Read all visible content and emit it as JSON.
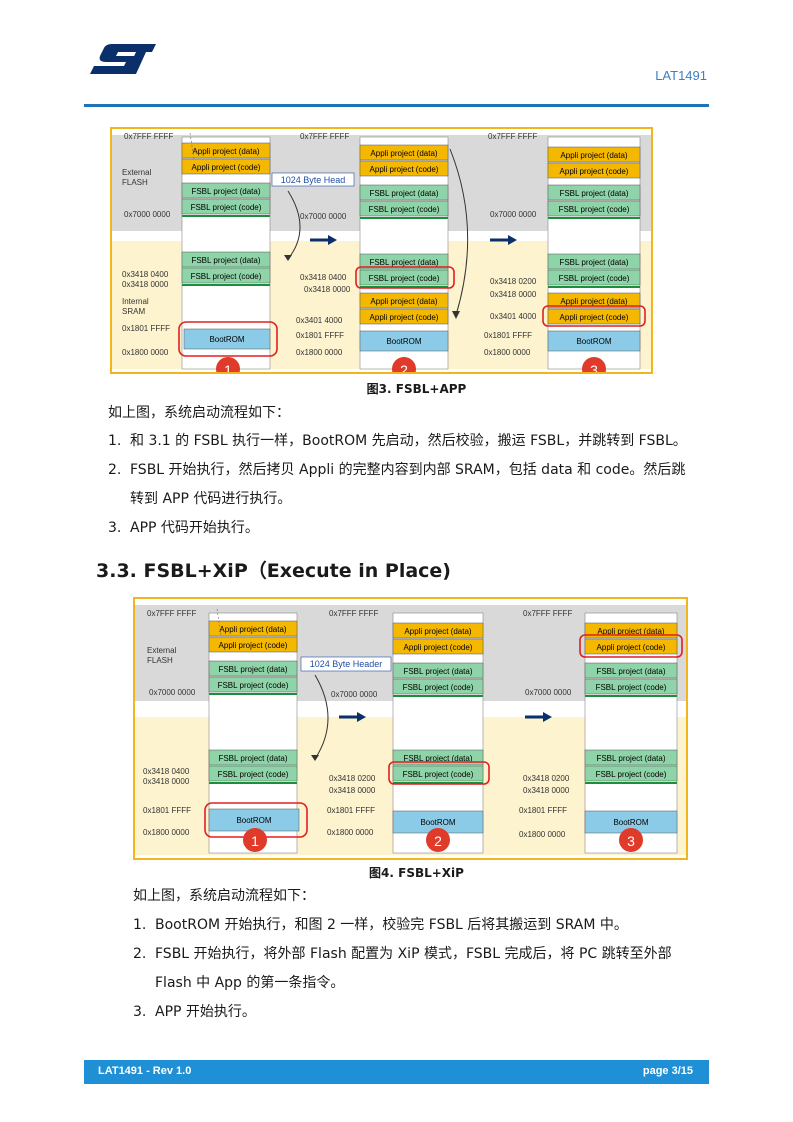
{
  "header": {
    "doc_id": "LAT1491",
    "logo_text": "ST"
  },
  "fig3": {
    "top_addr": "0x7FFF FFFF",
    "addr_7000": "0x7000 0000",
    "external_flash": [
      "External",
      "FLASH"
    ],
    "internal_sram": [
      "Internal",
      "SRAM"
    ],
    "addr_3418_0400": "0x3418 0400",
    "addr_3418_0000": "0x3418 0000",
    "addr_3418_0200": "0x3418 0200",
    "addr_3401_4000": "0x3401 4000",
    "addr_1801": "0x1801 FFFF",
    "addr_1800": "0x1800 0000",
    "header_label": "1024 Byte Head",
    "blocks": {
      "appli_data": "Appli project (data)",
      "appli_code": "Appli project (code)",
      "fsbl_data": "FSBL project (data)",
      "fsbl_code": "FSBL project (code)",
      "bootrom": "BootROM"
    },
    "steps": [
      "1",
      "2",
      "3"
    ]
  },
  "fig4": {
    "header_label": "1024 Byte Header"
  },
  "captions": {
    "fig3": "图3. FSBL+APP",
    "fig4": "图4. FSBL+XiP"
  },
  "section1": {
    "intro": "如上图，系统启动流程如下：",
    "items": [
      {
        "num": "1.",
        "text": "和 3.1 的 FSBL 执行一样，BootROM 先启动，然后校验，搬运 FSBL，并跳转到 FSBL。"
      },
      {
        "num": "2.",
        "text": "FSBL 开始执行，然后拷贝 Appli 的完整内容到内部 SRAM，包括 data 和 code。然后跳",
        "cont": "转到 APP 代码进行执行。"
      },
      {
        "num": "3.",
        "text": "APP 代码开始执行。"
      }
    ]
  },
  "heading": "3.3. FSBL+XiP（Execute in Place)",
  "section2": {
    "intro": "如上图，系统启动流程如下：",
    "items": [
      {
        "num": "1.",
        "text": "BootROM 开始执行，和图 2 一样，校验完 FSBL 后将其搬运到 SRAM 中。"
      },
      {
        "num": "2.",
        "text": "FSBL 开始执行，将外部 Flash 配置为 XiP 模式，FSBL 完成后，将 PC 跳转至外部",
        "cont": "Flash 中 App 的第一条指令。"
      },
      {
        "num": "3.",
        "text": "APP 开始执行。"
      }
    ]
  },
  "footer": {
    "left": "LAT1491 - Rev 1.0",
    "right": "page 3/15"
  },
  "colors": {
    "accent": "#1f73b7",
    "appli": "#f5b800",
    "fsbl": "#8fd3a8",
    "bootrom": "#8ccbe8",
    "highlight": "#e02020",
    "figure_border": "#f2b51c"
  }
}
